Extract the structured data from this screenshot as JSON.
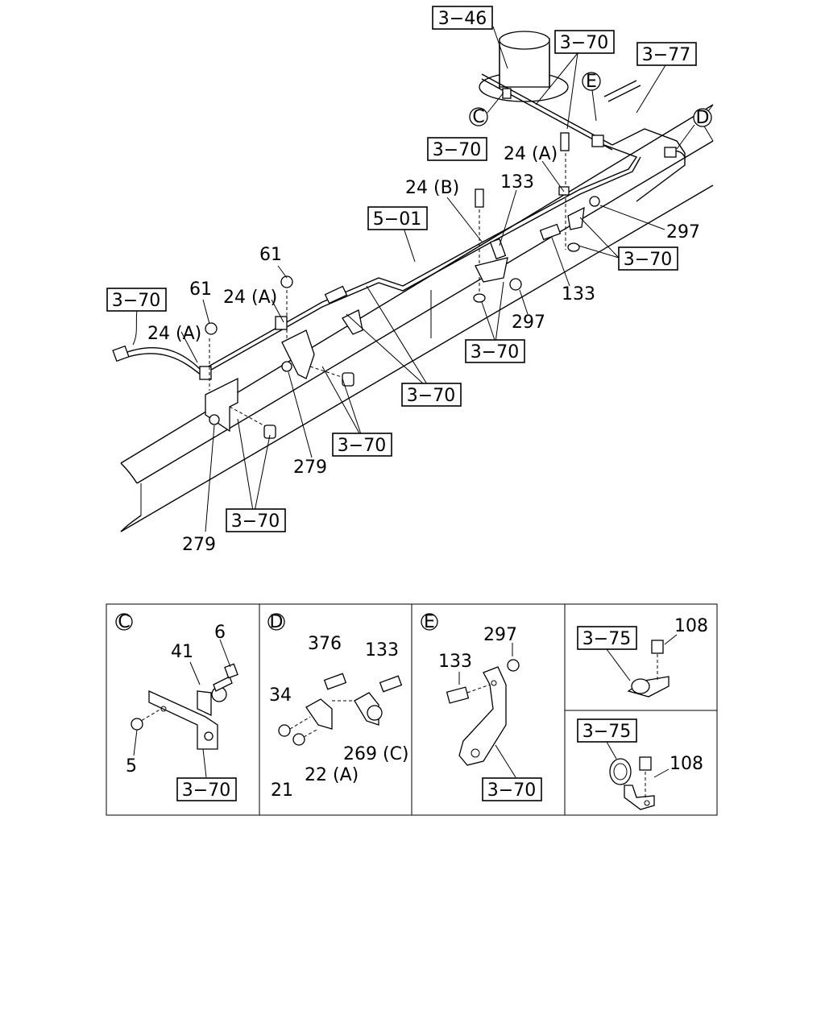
{
  "diagram": {
    "ref_boxes": [
      {
        "id": "ref-3-46",
        "text": "3−46"
      },
      {
        "id": "ref-3-70-top",
        "text": "3−70"
      },
      {
        "id": "ref-3-77",
        "text": "3−77"
      },
      {
        "id": "ref-3-70-mid",
        "text": "3−70"
      },
      {
        "id": "ref-5-01",
        "text": "5−01"
      },
      {
        "id": "ref-3-70-left",
        "text": "3−70"
      },
      {
        "id": "ref-3-70-right",
        "text": "3−70"
      },
      {
        "id": "ref-3-70-center-low",
        "text": "3−70"
      },
      {
        "id": "ref-3-70-center",
        "text": "3−70"
      },
      {
        "id": "ref-3-70-bracket",
        "text": "3−70"
      },
      {
        "id": "ref-3-70-bottom",
        "text": "3−70"
      }
    ],
    "part_numbers": [
      {
        "id": "pn-24a-top",
        "text": "24 (A)"
      },
      {
        "id": "pn-24b",
        "text": "24 (B)"
      },
      {
        "id": "pn-133-top",
        "text": "133"
      },
      {
        "id": "pn-297-right",
        "text": "297"
      },
      {
        "id": "pn-133-right",
        "text": "133"
      },
      {
        "id": "pn-61-a",
        "text": "61"
      },
      {
        "id": "pn-61-b",
        "text": "61"
      },
      {
        "id": "pn-24a-mid",
        "text": "24 (A)"
      },
      {
        "id": "pn-24a-left",
        "text": "24 (A)"
      },
      {
        "id": "pn-297-mid",
        "text": "297"
      },
      {
        "id": "pn-279-a",
        "text": "279"
      },
      {
        "id": "pn-279-b",
        "text": "279"
      }
    ],
    "callouts": {
      "c": "C",
      "d": "D",
      "e": "E"
    }
  },
  "details": {
    "panel_c": {
      "letter": "C",
      "ref": "3−70",
      "parts": [
        "6",
        "41",
        "5"
      ]
    },
    "panel_d": {
      "letter": "D",
      "parts": [
        "376",
        "133",
        "34",
        "22 (A)",
        "269 (C)",
        "21"
      ]
    },
    "panel_e": {
      "letter": "E",
      "ref": "3−70",
      "parts": [
        "297",
        "133"
      ]
    },
    "panel_f": {
      "ref": "3−75",
      "parts": [
        "108"
      ]
    },
    "panel_g": {
      "ref": "3−75",
      "parts": [
        "108"
      ]
    }
  }
}
